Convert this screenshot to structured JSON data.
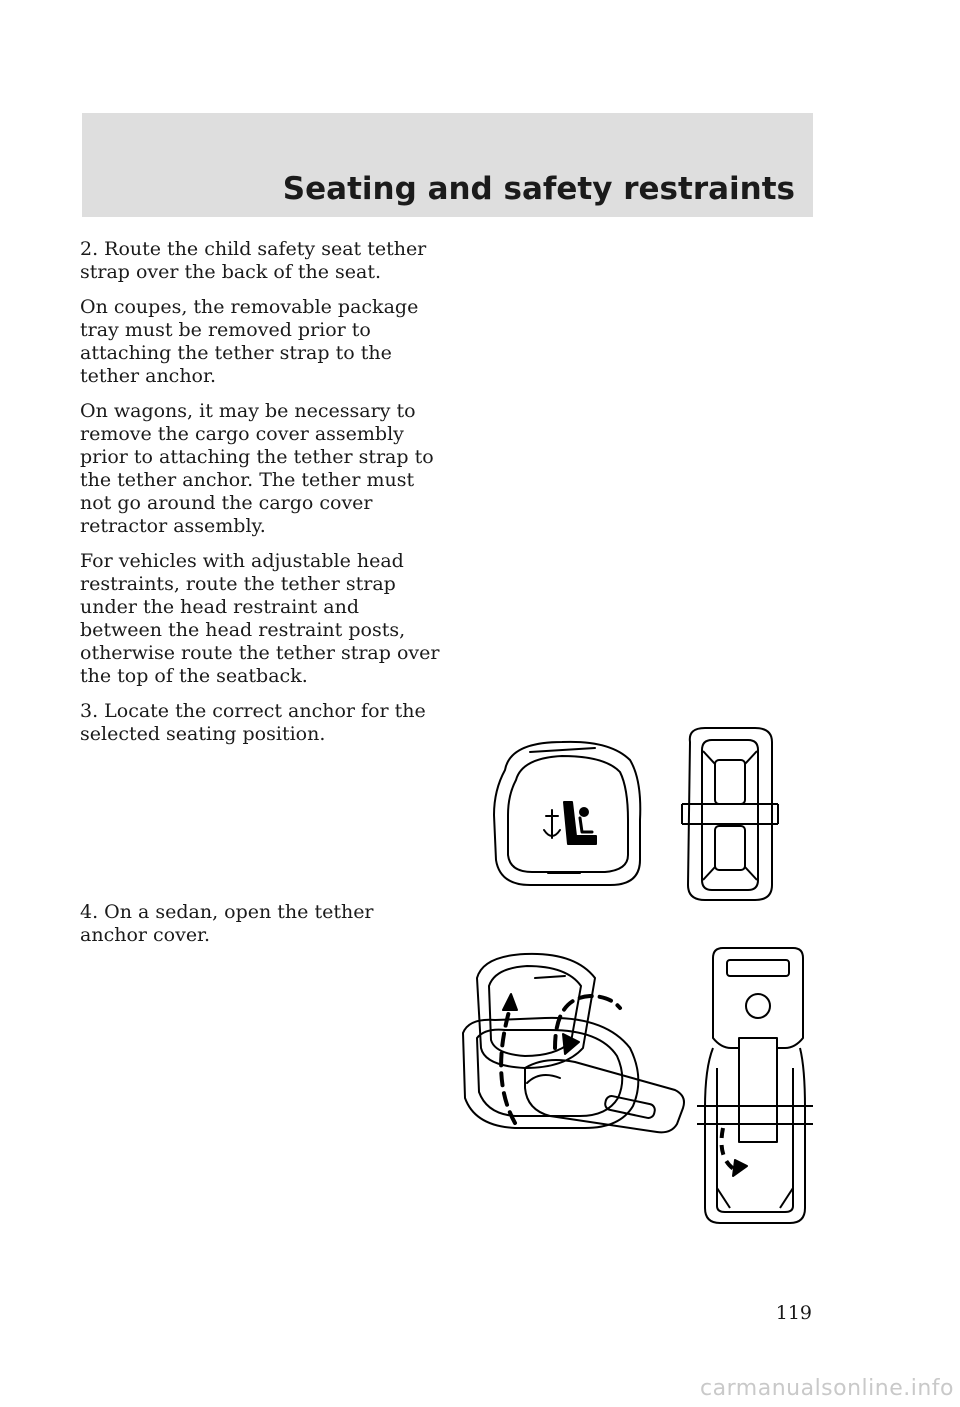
{
  "header": {
    "title": "Seating and safety restraints"
  },
  "steps": [
    {
      "number": "2.",
      "text": "Route the child safety seat tether strap over the back of the seat."
    },
    {
      "number": "3.",
      "text": "Locate the correct anchor for the selected seating position."
    },
    {
      "number": "4.",
      "text": "On a sedan, open the tether anchor cover."
    }
  ],
  "paragraphs": [
    "On coupes, the removable package tray must be removed prior to attaching the tether strap to the tether anchor.",
    "On wagons, it may be necessary to remove the cargo cover assembly prior to attaching the tether strap to the tether anchor. The tether must not go around the cargo cover retractor assembly.",
    "For vehicles with adjustable head restraints, route the tether strap under the head restraint and between the head restraint posts, otherwise route the tether strap over the top of the seatback."
  ],
  "page_number": "119",
  "watermark": "carmanualsonline.info",
  "colors": {
    "header_band": "#dedede",
    "text": "#1a1a1a",
    "watermark": "#c9c9c9"
  }
}
